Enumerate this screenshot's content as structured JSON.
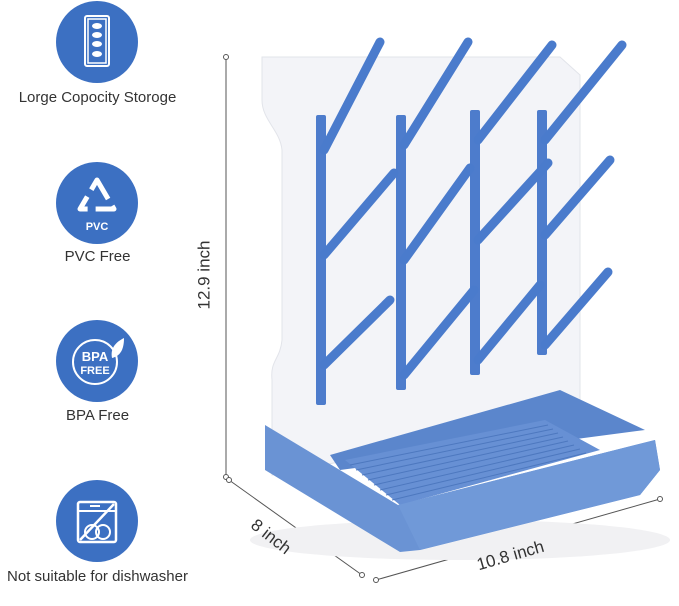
{
  "features": [
    {
      "icon": "storage-rack-icon",
      "label": "Lorge Copocity Storoge"
    },
    {
      "icon": "recycle-pvc-icon",
      "label": "PVC Free",
      "icon_text": "PVC"
    },
    {
      "icon": "bpa-free-leaf-icon",
      "label": "BPA Free",
      "icon_text": [
        "BPA",
        "FREE"
      ]
    },
    {
      "icon": "no-dishwasher-icon",
      "label": "Not suitable for dishwasher"
    }
  ],
  "dimensions": {
    "height": "12.9 inch",
    "depth": "8 inch",
    "width": "10.8 inch"
  },
  "colors": {
    "accent": "#3c70c2",
    "product_blue": "#6590d2",
    "panel": "#f2f3f7"
  }
}
